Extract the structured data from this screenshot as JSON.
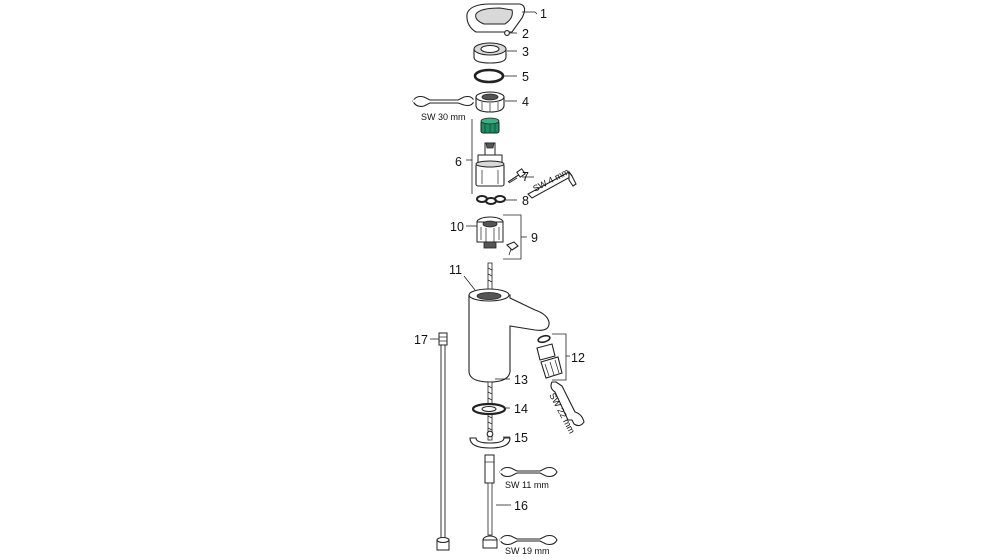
{
  "callouts": {
    "p1": "1",
    "p2": "2",
    "p3": "3",
    "p4": "4",
    "p5": "5",
    "p6": "6",
    "p7": "7",
    "p8": "8",
    "p9": "9",
    "p10": "10",
    "p11": "11",
    "p12": "12",
    "p13": "13",
    "p14": "14",
    "p15": "15",
    "p16": "16",
    "p17": "17"
  },
  "wrenches": {
    "sw30": "SW 30 mm",
    "sw4": "SW 4 mm",
    "sw22": "SW 22 mm",
    "sw11": "SW 11 mm",
    "sw19": "SW 19 mm"
  },
  "colors": {
    "cartridge_top": "#1f8a63",
    "lines": "#222222"
  }
}
